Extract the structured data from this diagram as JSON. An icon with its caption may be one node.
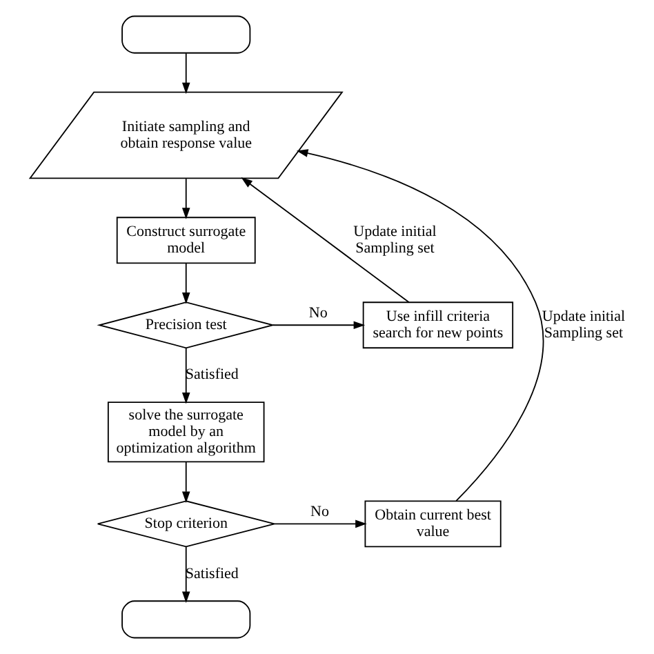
{
  "diagram": {
    "nodes": [
      {
        "text": [],
        "shape": "box"
      },
      {
        "text": [
          "Initiate sampling and obtain response value"
        ]
      },
      {
        "text": [
          "Construct surrogate model"
        ]
      },
      {
        "text": [
          "Precision test"
        ]
      },
      {
        "text": [
          "Use infill criteria search for new points"
        ]
      },
      {
        "text": [
          "solve the surrogate model by an optimization algorithm"
        ]
      },
      {
        "text": [
          "Stop criterion"
        ]
      },
      {
        "text": [
          "Obtain current best value"
        ]
      },
      {
        "text": [],
        "shape": "box"
      }
    ],
    "edges": [
      {
        "from": 0,
        "to": 1,
        "arrow": "to"
      },
      {
        "from": 1,
        "to": 2,
        "arrow": "to"
      },
      {
        "from": 2,
        "to": 3,
        "arrow": "to"
      },
      {
        "from": 3,
        "to": 4,
        "arrow": "to",
        "label": "No"
      },
      {
        "from": 4,
        "to": 1,
        "arrow": "to",
        "label": "Update initial Sampling set"
      },
      {
        "from": 3,
        "to": 5,
        "arrow": "to",
        "label": "Satisfied"
      },
      {
        "from": 5,
        "to": 6,
        "arrow": "to"
      },
      {
        "from": 6,
        "to": 7,
        "arrow": "to",
        "label": "No"
      },
      {
        "from": 7,
        "to": 1,
        "arrow": "to",
        "label": "Update initial Sampling set"
      },
      {
        "from": 6,
        "to": 8,
        "arrow": "to",
        "label": "Satisfied"
      }
    ]
  }
}
